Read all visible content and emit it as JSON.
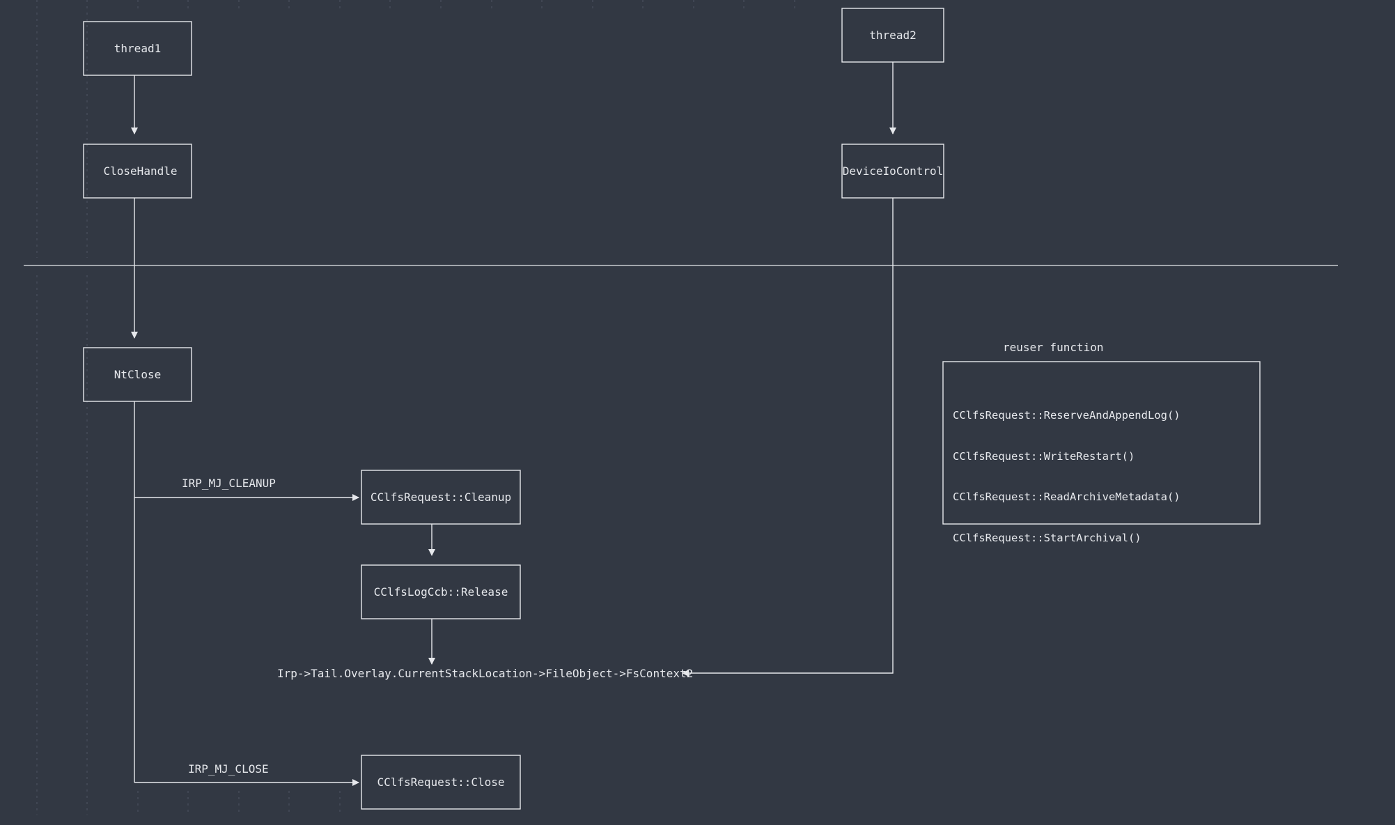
{
  "colors": {
    "background": "#323843",
    "stroke": "#e6e8ec",
    "guide": "#4d5563"
  },
  "nodes": {
    "thread1": "thread1",
    "thread2": "thread2",
    "close_handle": "CloseHandle",
    "device_io_control": "DeviceIoControl",
    "nt_close": "NtClose",
    "cleanup": "CClfsRequest::Cleanup",
    "release": "CClfsLogCcb::Release",
    "close": "CClfsRequest::Close"
  },
  "edge_labels": {
    "irp_cleanup": "IRP_MJ_CLEANUP",
    "irp_close": "IRP_MJ_CLOSE"
  },
  "target_text": "Irp->Tail.Overlay.CurrentStackLocation->FileObject->FsContext2",
  "reuser": {
    "title": "reuser function",
    "functions": [
      "CClfsRequest::ReserveAndAppendLog()",
      "CClfsRequest::WriteRestart()",
      "CClfsRequest::ReadArchiveMetadata()",
      "CClfsRequest::StartArchival()"
    ]
  }
}
